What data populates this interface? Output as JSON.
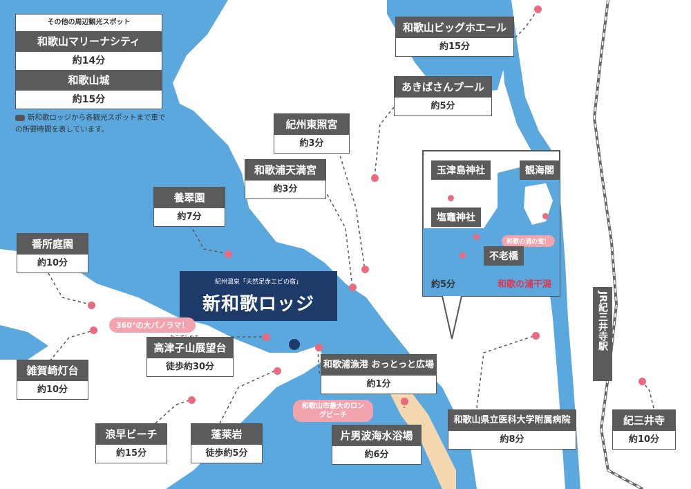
{
  "colors": {
    "sea": "#5aa8de",
    "land": "#ffffff",
    "label_bg": "#5b5b5b",
    "accent": "#ec6a80",
    "pill": "#f3a3ad",
    "logo": "#1e3a68",
    "beach": "#f5d7b0"
  },
  "legend": {
    "header": "その他の周辺観光スポット",
    "items": [
      {
        "name": "和歌山マリーナシティ",
        "time": "約14分"
      },
      {
        "name": "和歌山城",
        "time": "約15分"
      }
    ],
    "note": "新和歌ロッジから各観光スポットまで車での所要時間を表しています。",
    "car_icon": "car-icon"
  },
  "logo": {
    "subtitle": "紀州温泉「天然足赤エビの宿」",
    "title": "新和歌ロッジ"
  },
  "spots": [
    {
      "id": "big-whale",
      "name": "和歌山ビッグホエール",
      "time": "約15分"
    },
    {
      "id": "akiba-pool",
      "name": "あきばさんプール",
      "time": "約5分"
    },
    {
      "id": "toshogu",
      "name": "紀州東照宮",
      "time": "約3分"
    },
    {
      "id": "tenmangu",
      "name": "和歌浦天満宮",
      "time": "約3分"
    },
    {
      "id": "yosuien",
      "name": "養翠園",
      "time": "約7分"
    },
    {
      "id": "bansho",
      "name": "番所庭園",
      "time": "約10分"
    },
    {
      "id": "takatsushi",
      "name": "高津子山展望台",
      "time": "徒歩約30分"
    },
    {
      "id": "saikazaki",
      "name": "雑賀崎灯台",
      "time": "約10分"
    },
    {
      "id": "naniwa",
      "name": "浪早ビーチ",
      "time": "約15分"
    },
    {
      "id": "horai",
      "name": "蓬莱岩",
      "time": "徒歩約5分"
    },
    {
      "id": "gyoko",
      "name": "和歌浦漁港 おっとっと広場",
      "time": "約1分"
    },
    {
      "id": "katao",
      "name": "片男波海水浴場",
      "time": "約6分"
    },
    {
      "id": "hospital",
      "name": "和歌山県立医科大学附属病院",
      "time": "約8分"
    },
    {
      "id": "kimiidera",
      "name": "紀三井寺",
      "time": "約10分"
    }
  ],
  "pills": {
    "panorama": "360°の大パノラマ！",
    "longbeach": "和歌山市最大のロングビーチ",
    "treasure": "和歌の浦の宝！"
  },
  "furigana": "たこずしやま",
  "inset": {
    "labels": [
      "玉津島神社",
      "観海閣",
      "塩竈神社",
      "不老橋"
    ],
    "time": "約5分",
    "title": "和歌の浦干潟"
  },
  "rail": "JR紀三井寺駅"
}
